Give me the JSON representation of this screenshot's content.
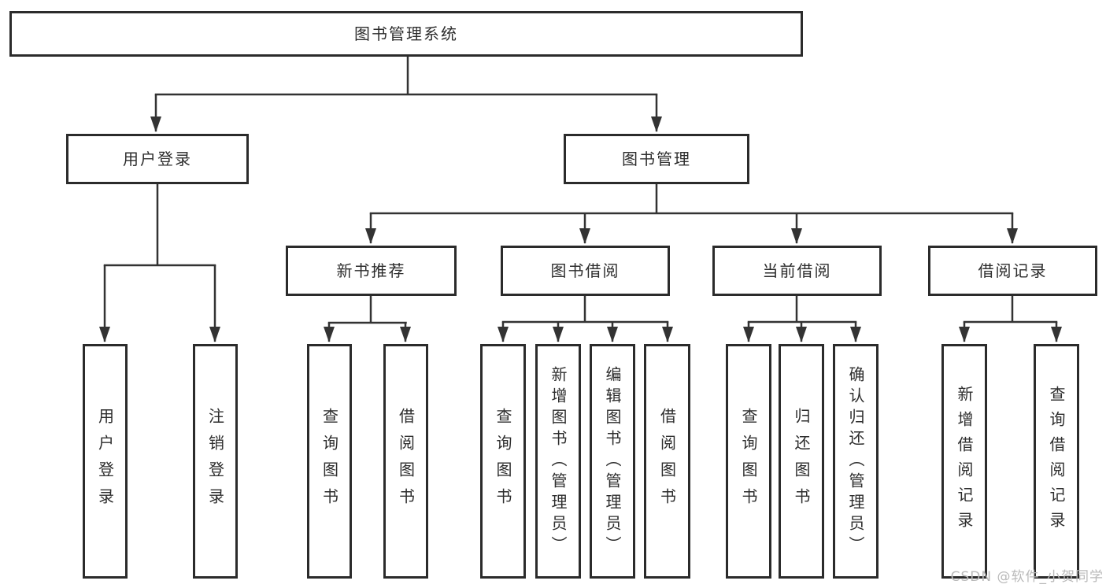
{
  "diagram": {
    "type": "hierarchy-tree",
    "colors": {
      "line": "#333333",
      "box_border": "#2b2b2b",
      "text": "#2d2d2d",
      "background": "#ffffff",
      "watermark_text_color": "#b9b9b9"
    },
    "tree": {
      "label": "图书管理系统",
      "children": [
        {
          "label": "用户登录",
          "children": [
            {
              "label": "用户登录"
            },
            {
              "label": "注销登录"
            }
          ]
        },
        {
          "label": "图书管理",
          "children": [
            {
              "label": "新书推荐",
              "children": [
                {
                  "label": "查询图书"
                },
                {
                  "label": "借阅图书"
                }
              ]
            },
            {
              "label": "图书借阅",
              "children": [
                {
                  "label": "查询图书"
                },
                {
                  "label": "新增图书（管理员）"
                },
                {
                  "label": "编辑图书（管理员）"
                },
                {
                  "label": "借阅图书"
                }
              ]
            },
            {
              "label": "当前借阅",
              "children": [
                {
                  "label": "查询图书"
                },
                {
                  "label": "归还图书"
                },
                {
                  "label": "确认归还（管理员）"
                }
              ]
            },
            {
              "label": "借阅记录",
              "children": [
                {
                  "label": "新增借阅记录"
                },
                {
                  "label": "查询借阅记录"
                }
              ]
            }
          ]
        }
      ]
    }
  },
  "watermark": "CSDN @软件_小贺同学"
}
